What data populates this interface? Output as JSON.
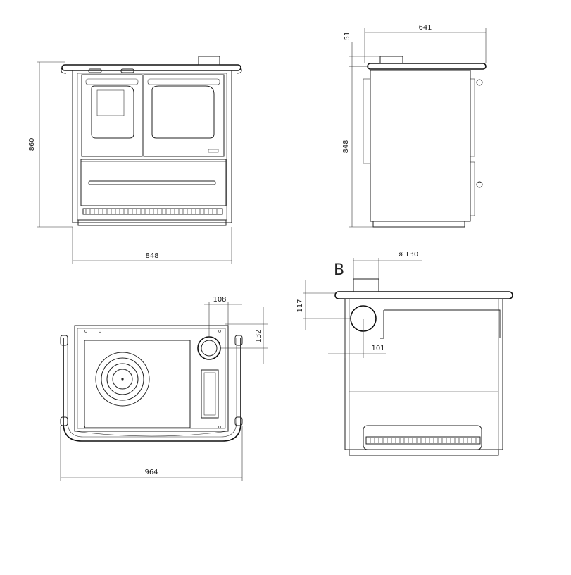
{
  "colors": {
    "line": "#222222",
    "background": "#ffffff"
  },
  "front_view": {
    "height_dim": "860",
    "width_dim": "848"
  },
  "side_view": {
    "depth_dim": "641",
    "top_dim": "51",
    "height_dim": "848"
  },
  "top_view": {
    "width_dim": "964",
    "flue_offset_x_dim": "108",
    "flue_offset_y_dim": "132"
  },
  "rear_view": {
    "label": "B",
    "flue_diameter_dim": "ø 130",
    "flue_height_dim": "117",
    "flue_side_dim": "101"
  }
}
